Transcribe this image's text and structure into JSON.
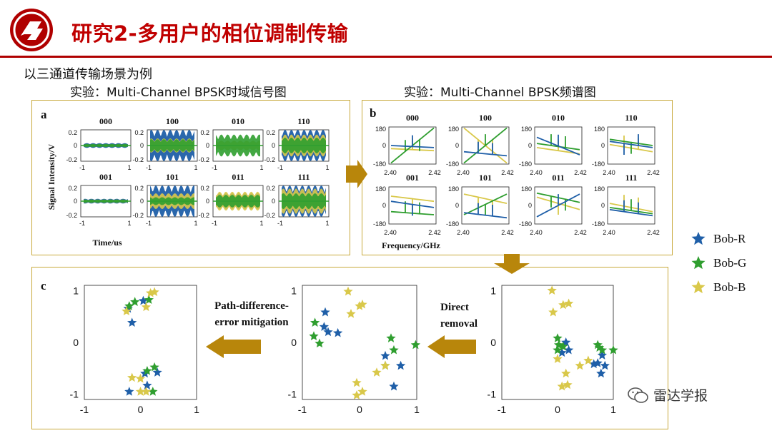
{
  "header": {
    "title": "研究2-多用户的相位调制传输",
    "subtitle": "以三通道传输场景为例",
    "caption_a": "实验：Multi-Channel BPSK时域信号图",
    "caption_b": "实验：Multi-Channel BPSK频谱图"
  },
  "colors": {
    "accent": "#c00000",
    "frame": "#c8a93c",
    "arrow": "#b8860b",
    "blue": "#1f5fa8",
    "green": "#2f9e2f",
    "yellow": "#d9c84a"
  },
  "legend": [
    "Bob-R",
    "Bob-G",
    "Bob-B"
  ],
  "watermark": "雷达学报",
  "panel_c_labels": {
    "left_arrow": [
      "Path-difference-",
      "error mitigation"
    ],
    "right_arrow": [
      "Direct",
      "removal"
    ]
  },
  "chart_data": [
    {
      "type": "line",
      "panel": "a",
      "xlabel": "Time/us",
      "ylabel": "Signal Intensity/V",
      "xticks": [
        "-1",
        "1"
      ],
      "yticks": [
        "0.2",
        "0",
        "-0.2"
      ],
      "xlim": [
        -1,
        1
      ],
      "ylim": [
        -0.2,
        0.2
      ],
      "subplots": [
        {
          "label": "000",
          "amps": {
            "blue": 0.03,
            "green": 0.02,
            "yellow": 0.01
          }
        },
        {
          "label": "100",
          "amps": {
            "blue": 0.2,
            "green": 0.08,
            "yellow": 0.09
          }
        },
        {
          "label": "010",
          "amps": {
            "blue": 0.06,
            "green": 0.14,
            "yellow": 0.06
          }
        },
        {
          "label": "110",
          "amps": {
            "blue": 0.2,
            "green": 0.1,
            "yellow": 0.14
          }
        },
        {
          "label": "001",
          "amps": {
            "blue": 0.03,
            "green": 0.02,
            "yellow": 0.02
          }
        },
        {
          "label": "101",
          "amps": {
            "blue": 0.2,
            "green": 0.05,
            "yellow": 0.1
          }
        },
        {
          "label": "011",
          "amps": {
            "blue": 0.1,
            "green": 0.08,
            "yellow": 0.12
          }
        },
        {
          "label": "111",
          "amps": {
            "blue": 0.2,
            "green": 0.1,
            "yellow": 0.16
          }
        }
      ]
    },
    {
      "type": "line",
      "panel": "b",
      "xlabel": "Frequency/GHz",
      "xticks": [
        "2.40",
        "2.42"
      ],
      "yticks": [
        "180",
        "0",
        "-180"
      ],
      "xlim": [
        2.4,
        2.42
      ],
      "ylim": [
        -180,
        180
      ],
      "subplots": [
        {
          "label": "000",
          "lines": {
            "blue": [
              0,
              -20
            ],
            "green": [
              -170,
              170
            ],
            "yellow": [
              -30,
              -50
            ]
          }
        },
        {
          "label": "100",
          "lines": {
            "blue": [
              -60,
              -100
            ],
            "green": [
              -170,
              170
            ],
            "yellow": [
              170,
              -170
            ]
          }
        },
        {
          "label": "010",
          "lines": {
            "blue": [
              80,
              -90
            ],
            "green": [
              20,
              -40
            ],
            "yellow": [
              -20,
              -80
            ]
          }
        },
        {
          "label": "110",
          "lines": {
            "blue": [
              40,
              -20
            ],
            "green": [
              60,
              0
            ],
            "yellow": [
              10,
              -60
            ]
          }
        },
        {
          "label": "001",
          "lines": {
            "blue": [
              40,
              -20
            ],
            "green": [
              -60,
              -90
            ],
            "yellow": [
              90,
              40
            ]
          }
        },
        {
          "label": "101",
          "lines": {
            "blue": [
              -70,
              -120
            ],
            "green": [
              -90,
              110
            ],
            "yellow": [
              110,
              20
            ]
          }
        },
        {
          "label": "011",
          "lines": {
            "blue": [
              -110,
              110
            ],
            "green": [
              120,
              30
            ],
            "yellow": [
              80,
              -40
            ]
          }
        },
        {
          "label": "111",
          "lines": {
            "blue": [
              -40,
              -100
            ],
            "green": [
              -20,
              -80
            ],
            "yellow": [
              20,
              -60
            ]
          }
        }
      ]
    },
    {
      "type": "scatter",
      "panel": "c",
      "xticks": [
        "-1",
        "0",
        "1"
      ],
      "yticks": [
        "1",
        "0",
        "-1"
      ],
      "xlim": [
        -1,
        1
      ],
      "ylim": [
        -1.1,
        1.1
      ],
      "plots": [
        {
          "name": "left",
          "series": [
            {
              "name": "Bob-R",
              "color": "blue",
              "points": [
                [
                  -0.15,
                  0.38
                ],
                [
                  -0.22,
                  0.65
                ],
                [
                  0.05,
                  0.8
                ],
                [
                  -0.2,
                  -0.95
                ],
                [
                  0.12,
                  -0.83
                ],
                [
                  0.3,
                  -0.58
                ],
                [
                  0.08,
                  -0.6
                ]
              ]
            },
            {
              "name": "Bob-G",
              "color": "green",
              "points": [
                [
                  -0.1,
                  0.78
                ],
                [
                  0.15,
                  0.82
                ],
                [
                  -0.2,
                  0.7
                ],
                [
                  0.25,
                  -0.48
                ],
                [
                  0.12,
                  -0.55
                ],
                [
                  0.22,
                  -0.95
                ]
              ]
            },
            {
              "name": "Bob-B",
              "color": "yellow",
              "points": [
                [
                  0.18,
                  0.95
                ],
                [
                  0.25,
                  0.97
                ],
                [
                  0.1,
                  0.68
                ],
                [
                  -0.25,
                  0.6
                ],
                [
                  -0.15,
                  -0.68
                ],
                [
                  0.0,
                  -0.7
                ],
                [
                  0.1,
                  -0.95
                ],
                [
                  0.0,
                  -0.95
                ]
              ]
            }
          ]
        },
        {
          "name": "middle",
          "series": [
            {
              "name": "Bob-R",
              "color": "blue",
              "points": [
                [
                  -0.6,
                  0.58
                ],
                [
                  -0.62,
                  0.3
                ],
                [
                  -0.55,
                  0.2
                ],
                [
                  -0.38,
                  0.18
                ],
                [
                  0.45,
                  -0.26
                ],
                [
                  0.72,
                  -0.45
                ],
                [
                  0.6,
                  -0.85
                ]
              ]
            },
            {
              "name": "Bob-G",
              "color": "green",
              "points": [
                [
                  -0.78,
                  0.38
                ],
                [
                  -0.8,
                  0.12
                ],
                [
                  -0.7,
                  -0.02
                ],
                [
                  0.55,
                  0.08
                ],
                [
                  0.6,
                  -0.15
                ],
                [
                  0.98,
                  -0.05
                ],
                [
                  0.45,
                  -0.45
                ]
              ]
            },
            {
              "name": "Bob-B",
              "color": "yellow",
              "points": [
                [
                  -0.2,
                  0.98
                ],
                [
                  0.05,
                  0.73
                ],
                [
                  -0.15,
                  0.55
                ],
                [
                  0.0,
                  0.7
                ],
                [
                  0.3,
                  -0.58
                ],
                [
                  0.45,
                  -0.45
                ],
                [
                  -0.05,
                  -0.78
                ],
                [
                  0.05,
                  -0.95
                ],
                [
                  -0.05,
                  -1.02
                ]
              ]
            }
          ]
        },
        {
          "name": "right",
          "series": [
            {
              "name": "Bob-R",
              "color": "blue",
              "points": [
                [
                  0.15,
                  0.0
                ],
                [
                  0.2,
                  -0.15
                ],
                [
                  0.72,
                  -0.4
                ],
                [
                  0.78,
                  -0.6
                ],
                [
                  0.85,
                  -0.45
                ],
                [
                  0.8,
                  -0.25
                ],
                [
                  0.08,
                  -0.2
                ],
                [
                  0.65,
                  -0.42
                ]
              ]
            },
            {
              "name": "Bob-G",
              "color": "green",
              "points": [
                [
                  0.0,
                  0.08
                ],
                [
                  0.02,
                  -0.05
                ],
                [
                  0.1,
                  -0.08
                ],
                [
                  0.0,
                  -0.15
                ],
                [
                  0.72,
                  -0.05
                ],
                [
                  0.8,
                  -0.15
                ],
                [
                  1.0,
                  -0.15
                ],
                [
                  0.75,
                  -0.1
                ]
              ]
            },
            {
              "name": "Bob-B",
              "color": "yellow",
              "points": [
                [
                  -0.1,
                  1.0
                ],
                [
                  -0.08,
                  0.58
                ],
                [
                  0.1,
                  0.72
                ],
                [
                  0.2,
                  0.75
                ],
                [
                  0.55,
                  -0.35
                ],
                [
                  0.4,
                  -0.45
                ],
                [
                  0.15,
                  -0.6
                ],
                [
                  0.08,
                  -0.85
                ],
                [
                  0.18,
                  -0.82
                ],
                [
                  0.0,
                  -0.32
                ]
              ]
            }
          ]
        }
      ]
    }
  ]
}
